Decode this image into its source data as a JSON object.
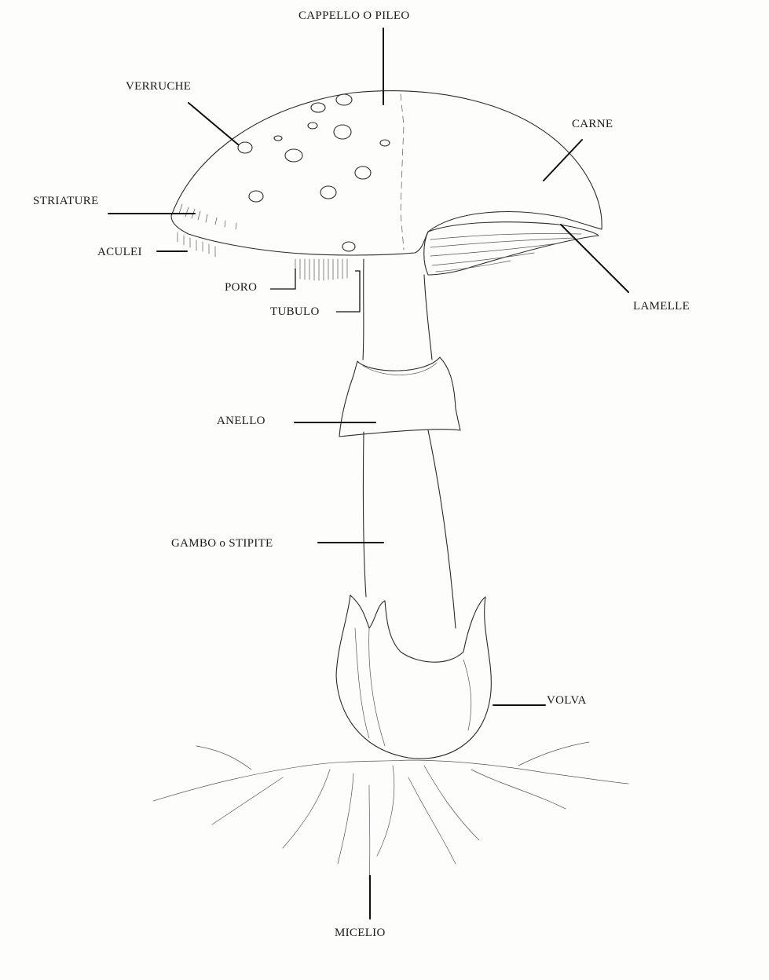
{
  "labels": {
    "cappello": "CAPPELLO O PILEO",
    "verruche": "VERRUCHE",
    "carne": "CARNE",
    "striature": "STRIATURE",
    "aculei": "ACULEI",
    "poro": "PORO",
    "tubulo": "TUBULO",
    "lamelle": "LAMELLE",
    "anello": "ANELLO",
    "gambo": "GAMBO o STIPITE",
    "volva": "VOLVA",
    "micelio": "MICELIO"
  },
  "colors": {
    "ink": "#2b2b2b",
    "paper": "#fdfdfc"
  }
}
